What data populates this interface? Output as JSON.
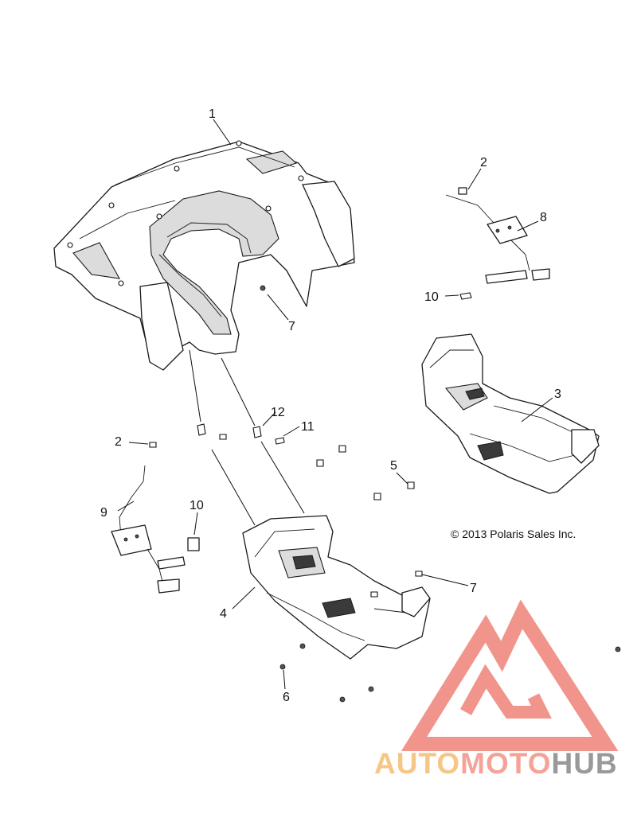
{
  "diagram": {
    "copyright": "© 2013 Polaris Sales Inc.",
    "callouts": [
      {
        "id": "c1",
        "text": "1"
      },
      {
        "id": "c2a",
        "text": "2"
      },
      {
        "id": "c8",
        "text": "8"
      },
      {
        "id": "c10a",
        "text": "10"
      },
      {
        "id": "c7a",
        "text": "7"
      },
      {
        "id": "c3",
        "text": "3"
      },
      {
        "id": "c12",
        "text": "12"
      },
      {
        "id": "c11",
        "text": "11"
      },
      {
        "id": "c2b",
        "text": "2"
      },
      {
        "id": "c5",
        "text": "5"
      },
      {
        "id": "c10b",
        "text": "10"
      },
      {
        "id": "c9",
        "text": "9"
      },
      {
        "id": "c7b",
        "text": "7"
      },
      {
        "id": "c4",
        "text": "4"
      },
      {
        "id": "c6",
        "text": "6"
      }
    ]
  },
  "watermark": {
    "word_part1": "AUTO",
    "word_part2": "MOTO",
    "word_part3": "HUB",
    "colors": {
      "logo_triangle": "#f08a80",
      "auto": "#f6c07a",
      "moto": "#f49a8e",
      "hub": "#8f8f8f"
    }
  }
}
